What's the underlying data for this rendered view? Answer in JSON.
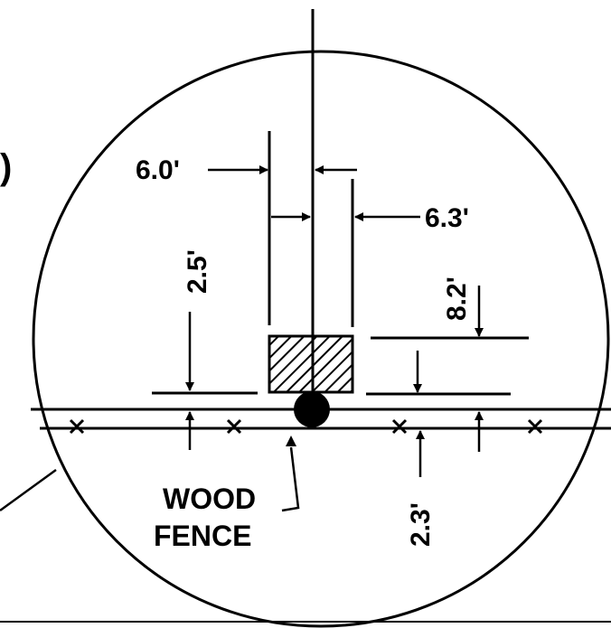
{
  "colors": {
    "ink": "#000000",
    "paper": "#ffffff"
  },
  "dimensions": {
    "left_offset": "6.0'",
    "right_offset": "6.3'",
    "vertical_left": "2.5'",
    "vertical_right": "8.2'",
    "lower_offset": "2.3'"
  },
  "labels": {
    "fence_line1": "WOOD",
    "fence_line2": "FENCE",
    "edge_partial": ")"
  }
}
